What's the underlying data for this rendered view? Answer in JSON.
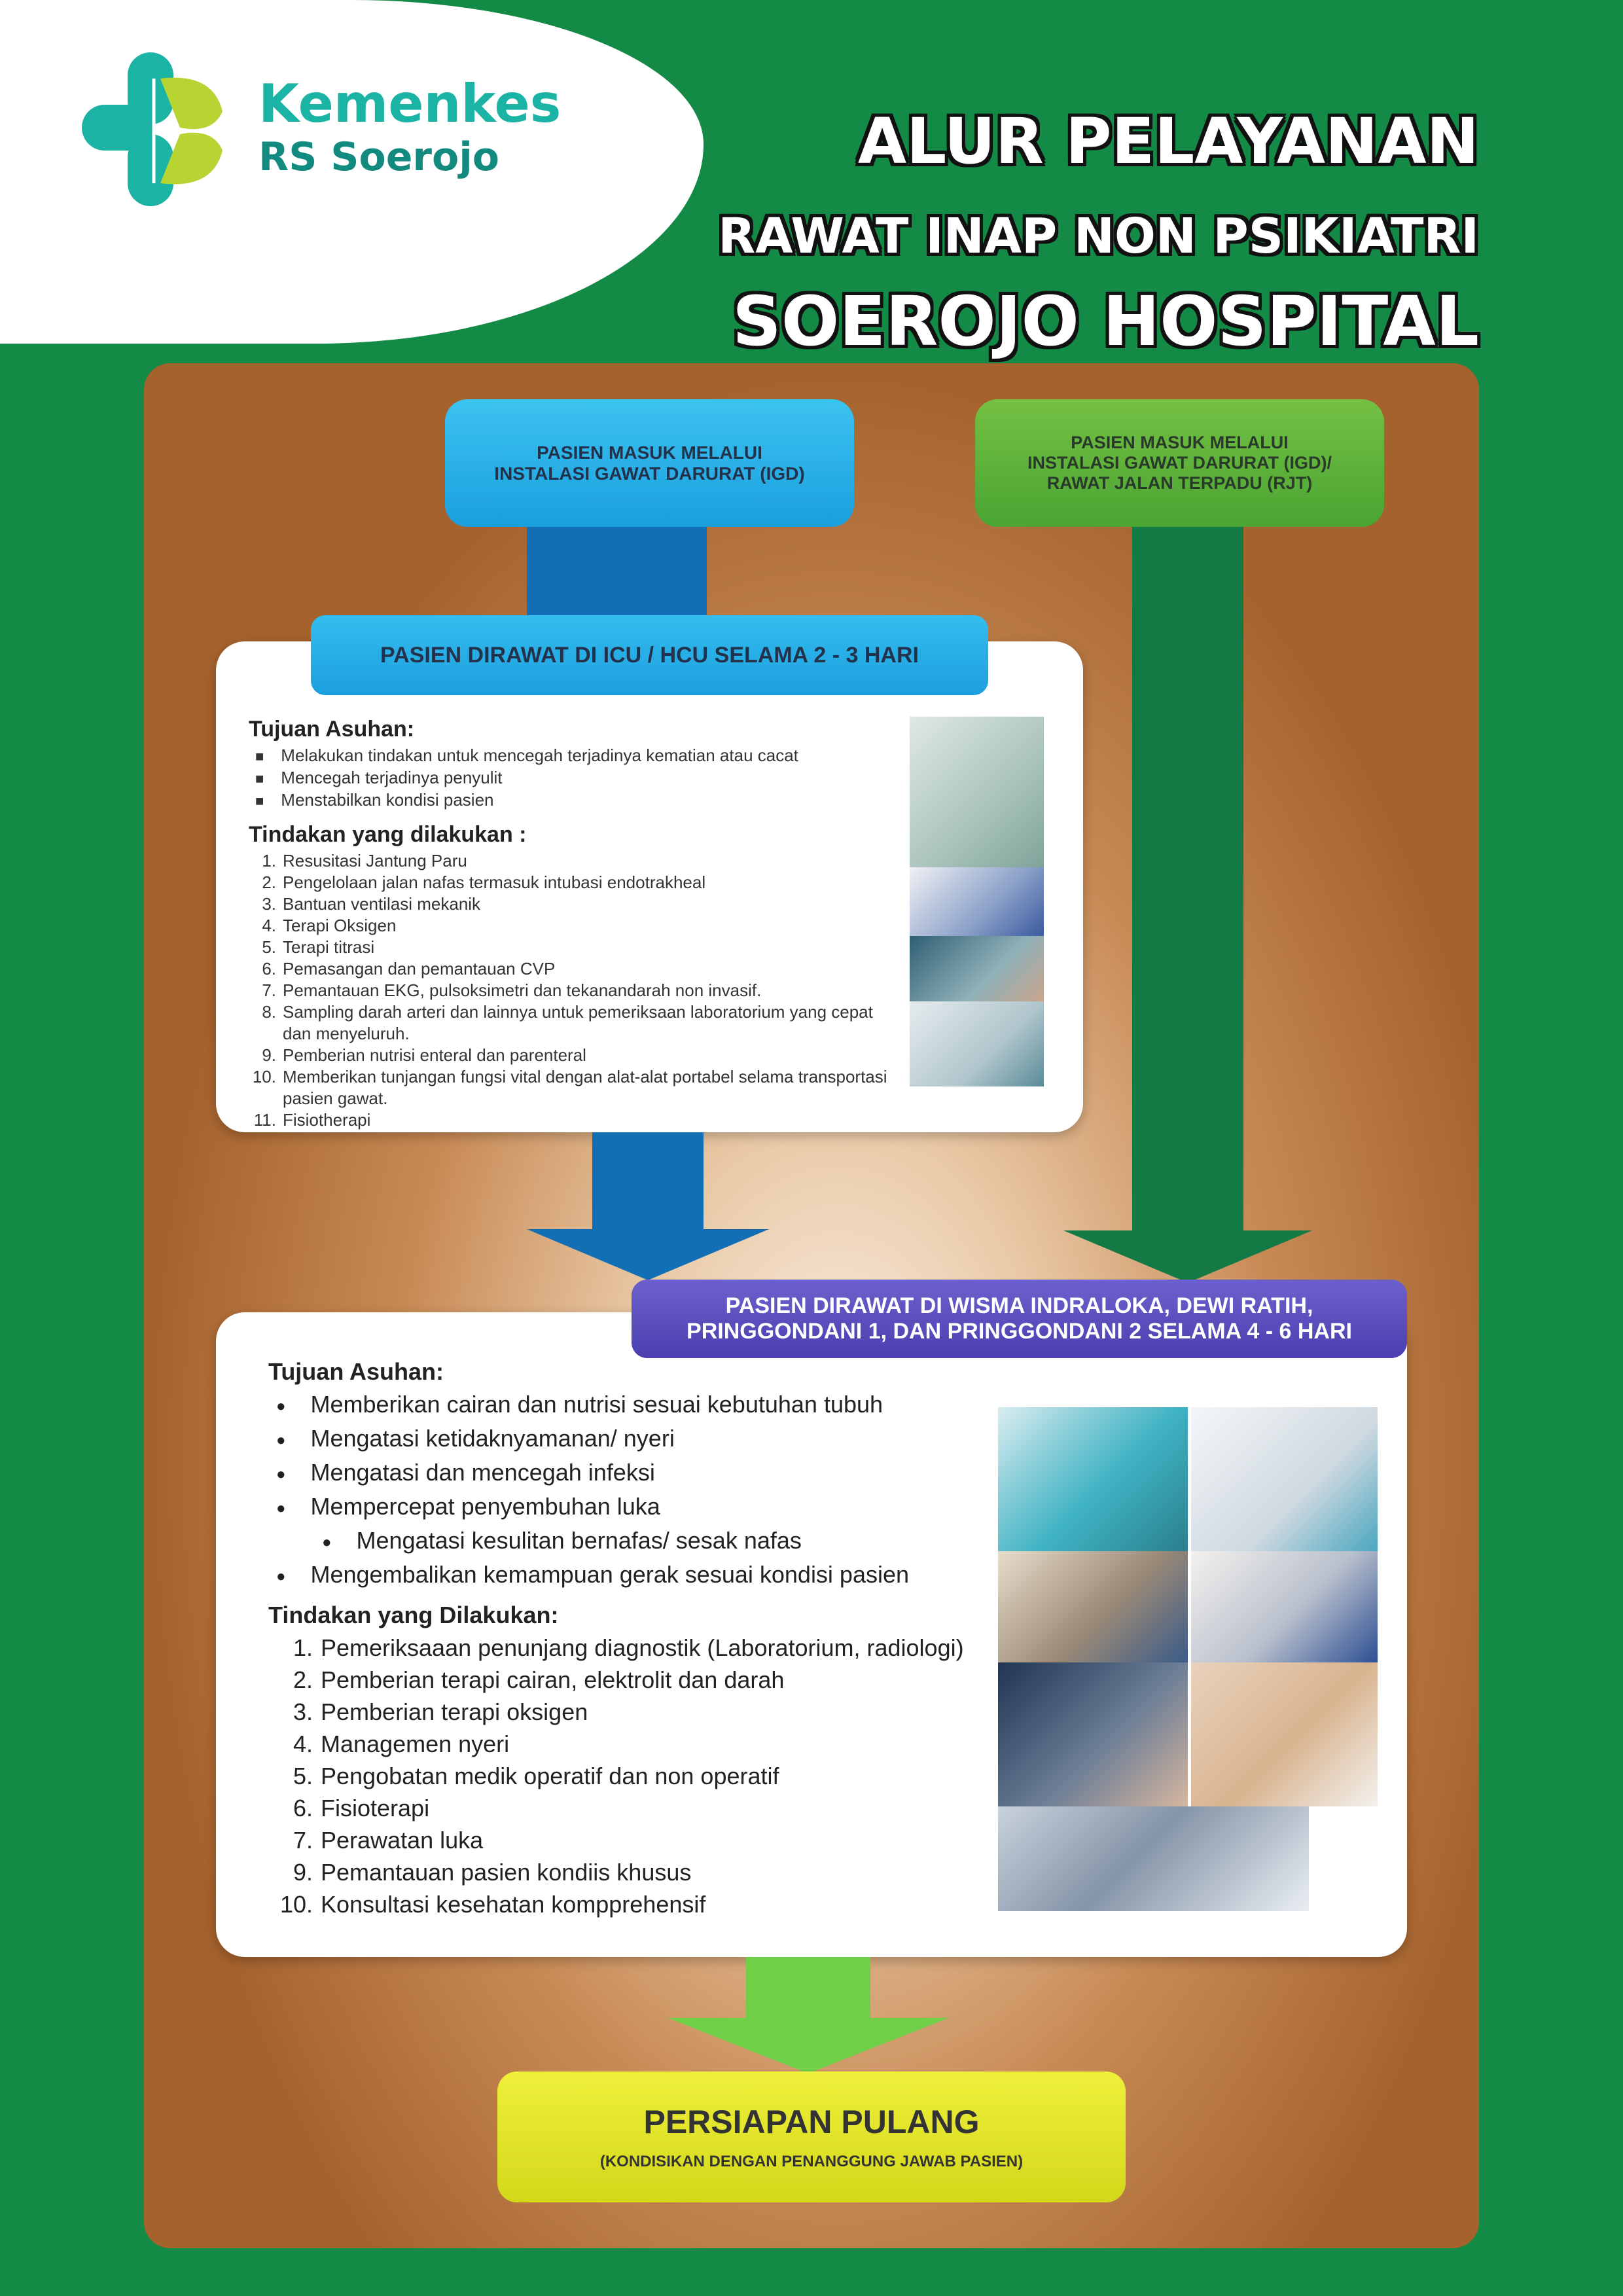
{
  "logo": {
    "line1": "Kemenkes",
    "line2": "RS Soerojo"
  },
  "title": {
    "line1": "ALUR PELAYANAN",
    "line2": "RAWAT INAP NON PSIKIATRI",
    "line3": "SOEROJO HOSPITAL"
  },
  "entry_igd": {
    "line1": "PASIEN MASUK MELALUI",
    "line2": "INSTALASI GAWAT DARURAT (IGD)"
  },
  "entry_rjt": {
    "line1": "PASIEN MASUK MELALUI",
    "line2": "INSTALASI GAWAT DARURAT (IGD)/",
    "line3": "RAWAT JALAN TERPADU (RJT)"
  },
  "icu": {
    "header": "PASIEN DIRAWAT DI ICU / HCU SELAMA 2 - 3 HARI",
    "goals_title": "Tujuan Asuhan:",
    "goals": [
      "Melakukan tindakan untuk mencegah terjadinya kematian atau cacat",
      "Mencegah terjadinya penyulit",
      "Menstabilkan kondisi pasien"
    ],
    "actions_title": "Tindakan yang dilakukan :",
    "actions": [
      {
        "n": "1.",
        "t": "Resusitasi  Jantung Paru"
      },
      {
        "n": "2.",
        "t": "Pengelolaan jalan nafas termasuk intubasi endotrakheal"
      },
      {
        "n": "3.",
        "t": "Bantuan ventilasi mekanik"
      },
      {
        "n": "4.",
        "t": "Terapi Oksigen"
      },
      {
        "n": "5.",
        "t": "Terapi titrasi"
      },
      {
        "n": "6.",
        "t": "Pemasangan dan pemantauan CVP"
      },
      {
        "n": "7.",
        "t": "Pemantauan EKG, pulsoksimetri dan tekanandarah non invasif."
      },
      {
        "n": "8.",
        "t": "Sampling darah arteri dan lainnya untuk pemeriksaan laboratorium yang cepat dan menyeluruh."
      },
      {
        "n": "9.",
        "t": "Pemberian nutrisi enteral dan parenteral"
      },
      {
        "n": "10.",
        "t": "Memberikan tunjangan  fungsi vital dengan alat-alat portabel selama transportasi pasien gawat."
      },
      {
        "n": "11.",
        "t": "Fisiotherapi"
      }
    ]
  },
  "ward": {
    "header_line1": "PASIEN DIRAWAT DI WISMA INDRALOKA, DEWI RATIH,",
    "header_line2": "PRINGGONDANI 1, DAN PRINGGONDANI 2 SELAMA 4 - 6 HARI",
    "goals_title": "Tujuan Asuhan:",
    "goals": [
      "Memberikan cairan dan nutrisi sesuai kebutuhan tubuh",
      "Mengatasi ketidaknyamanan/ nyeri",
      "Mengatasi dan mencegah infeksi",
      "Mempercepat penyembuhan luka",
      "Mengatasi kesulitan bernafas/ sesak nafas",
      "Mengembalikan kemampuan gerak sesuai kondisi pasien"
    ],
    "actions_title": "Tindakan yang Dilakukan:",
    "actions": [
      {
        "n": "1.",
        "t": "Pemeriksaaan penunjang diagnostik (Laboratorium, radiologi)"
      },
      {
        "n": "2.",
        "t": "Pemberian terapi cairan, elektrolit dan darah"
      },
      {
        "n": "3.",
        "t": "Pemberian terapi oksigen"
      },
      {
        "n": "4.",
        "t": "Managemen nyeri"
      },
      {
        "n": "5.",
        "t": "Pengobatan medik operatif dan non operatif"
      },
      {
        "n": "6.",
        "t": "Fisioterapi"
      },
      {
        "n": "7.",
        "t": "Perawatan luka"
      },
      {
        "n": "9.",
        "t": "Pemantauan pasien kondiis khusus"
      },
      {
        "n": "10.",
        "t": "Konsultasi kesehatan kompprehensif"
      }
    ]
  },
  "discharge": {
    "title": "PERSIAPAN PULANG",
    "subtitle": "(KONDISIKAN DENGAN  PENANGGUNG JAWAB PASIEN)"
  },
  "colors": {
    "green_bg": "#138a45",
    "brown": "#a5622d",
    "cyan": "#29aee6",
    "purple": "#5a4fbf",
    "yellow": "#e3e621"
  }
}
